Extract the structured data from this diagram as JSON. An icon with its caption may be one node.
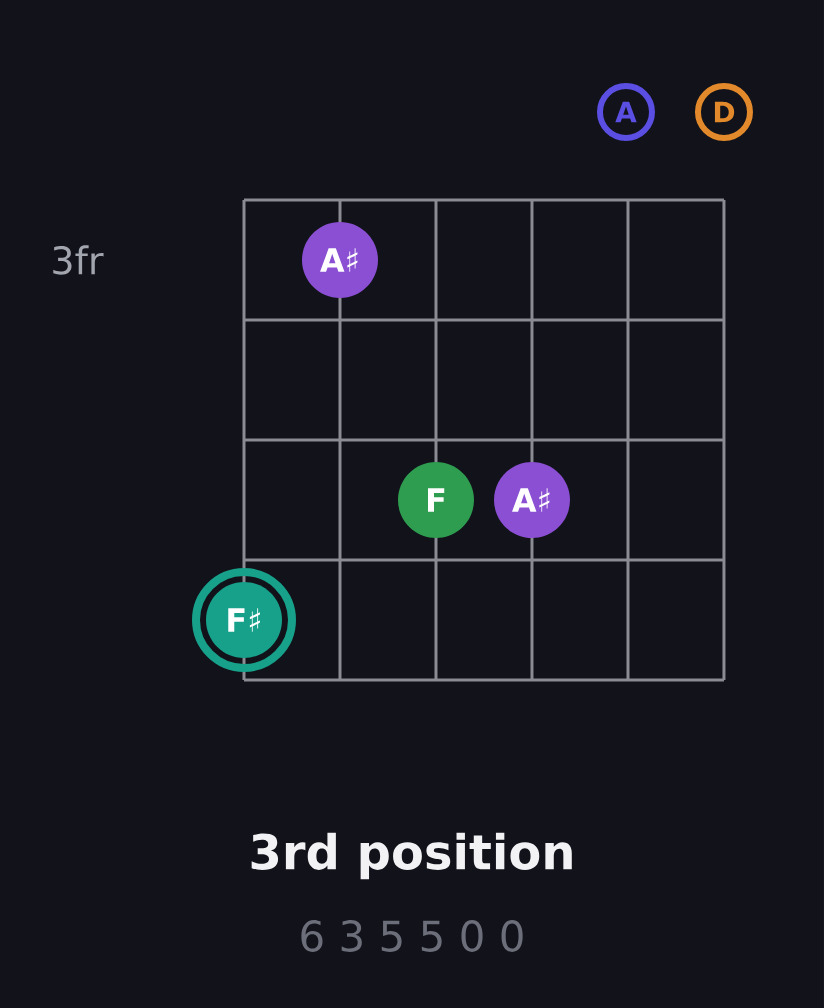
{
  "diagram": {
    "title": "3rd position",
    "nodes": [
      {
        "text": [
          "A"
        ]
      },
      {
        "text": [
          "D"
        ]
      },
      {
        "text": [
          "A♯"
        ]
      },
      {
        "text": [
          "F"
        ]
      },
      {
        "text": [
          "A♯"
        ]
      },
      {
        "text": [
          "F♯"
        ]
      }
    ],
    "labels": [
      "3fr",
      "6 3 5 5 0 0"
    ]
  }
}
